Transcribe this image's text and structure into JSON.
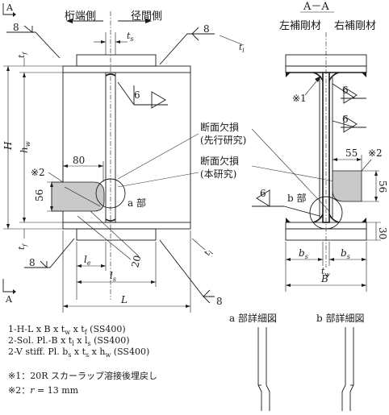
{
  "section": {
    "marker_a": "A",
    "side_keta": "桁端側",
    "side_keikan": "径間側",
    "t_s": "t",
    "t_s_sub": "s",
    "t_f": "t",
    "t_f_sub": "f",
    "t_l": "t",
    "t_l_sub": "l",
    "H": "H",
    "h_w": "h",
    "h_w_sub": "w",
    "dim_80": "80",
    "dim_56": "56",
    "dim_20": "20",
    "note2": "※2",
    "weld_8": "8",
    "weld_6": "6",
    "a_part": "a 部",
    "l_e": "l",
    "l_e_sub": "e",
    "l_s": "l",
    "l_s_sub": "s",
    "L": "L"
  },
  "callouts": {
    "c1_line1": "断面欠損",
    "c1_line2": "(先行研究)",
    "c2_line1": "断面欠損",
    "c2_line2": "(本研究)"
  },
  "view_aa": {
    "title": "A－A",
    "left_stiff": "左補剛材",
    "right_stiff": "右補剛材",
    "note1": "※1",
    "note2": "※2",
    "dim_55": "55",
    "dim_56": "56",
    "dim_30": "30",
    "weld_6": "6",
    "b_part": "b 部",
    "b_s": "b",
    "b_s_sub": "s",
    "t_w": "t",
    "t_w_sub": "w",
    "B": "B"
  },
  "details": {
    "a_detail": "a 部詳細図",
    "b_detail": "b 部詳細図"
  },
  "legend": {
    "line1": "1-H-L x B x t",
    "line1_s1": "w",
    "line1_m": " x t",
    "line1_s2": "f",
    "line1_end": " (SS400)",
    "line2": "2-Sol. Pl.-B x t",
    "line2_s1": "l",
    "line2_m": " x l",
    "line2_s2": "s",
    "line2_end": " (SS400)",
    "line3": "2-V stiff. Pl. b",
    "line3_s1": "s",
    "line3_m": " x t",
    "line3_s2": "s",
    "line3_m2": " x h",
    "line3_s3": "w",
    "line3_end": " (SS400)",
    "note1": "※1：20R スカーラップ溶接後埋戻し",
    "note2_pre": "※2：",
    "note2_r": "r",
    "note2_post": " = 13 mm"
  }
}
